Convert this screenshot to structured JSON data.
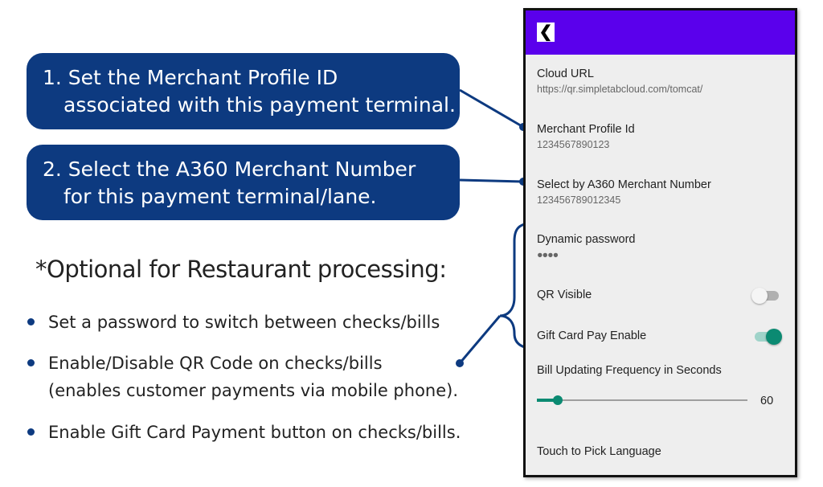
{
  "callouts": [
    {
      "line1": "1. Set the Merchant Profile ID",
      "line2": "associated with this payment terminal."
    },
    {
      "line1": "2. Select the A360 Merchant Number",
      "line2": "for this payment terminal/lane."
    }
  ],
  "optional_heading": "*Optional for Restaurant processing:",
  "bullets": [
    {
      "line1": "Set a password to switch between checks/bills"
    },
    {
      "line1": "Enable/Disable QR Code on checks/bills",
      "line2": "(enables customer payments via mobile phone)."
    },
    {
      "line1": "Enable Gift Card Payment button on checks/bills."
    }
  ],
  "colors": {
    "callout": "#0d3a80",
    "appbar": "#5a00ec",
    "accent": "#0b8a72"
  },
  "phone": {
    "back_icon": "chevron-left-icon",
    "cloud_url": {
      "title": "Cloud URL",
      "value": "https://qr.simpletabcloud.com/tomcat/"
    },
    "merchant_profile": {
      "title": "Merchant Profile Id",
      "value": "1234567890123"
    },
    "a360": {
      "title": "Select by A360 Merchant Number",
      "value": "123456789012345"
    },
    "password": {
      "title": "Dynamic password",
      "value": "●●●●"
    },
    "qr_visible": {
      "title": "QR Visible",
      "on": false
    },
    "gift_card": {
      "title": "Gift Card Pay Enable",
      "on": true
    },
    "bill_freq": {
      "title": "Bill Updating Frequency in Seconds",
      "value": "60",
      "fraction": 0.1
    },
    "language": {
      "title": "Touch to Pick Language"
    }
  }
}
